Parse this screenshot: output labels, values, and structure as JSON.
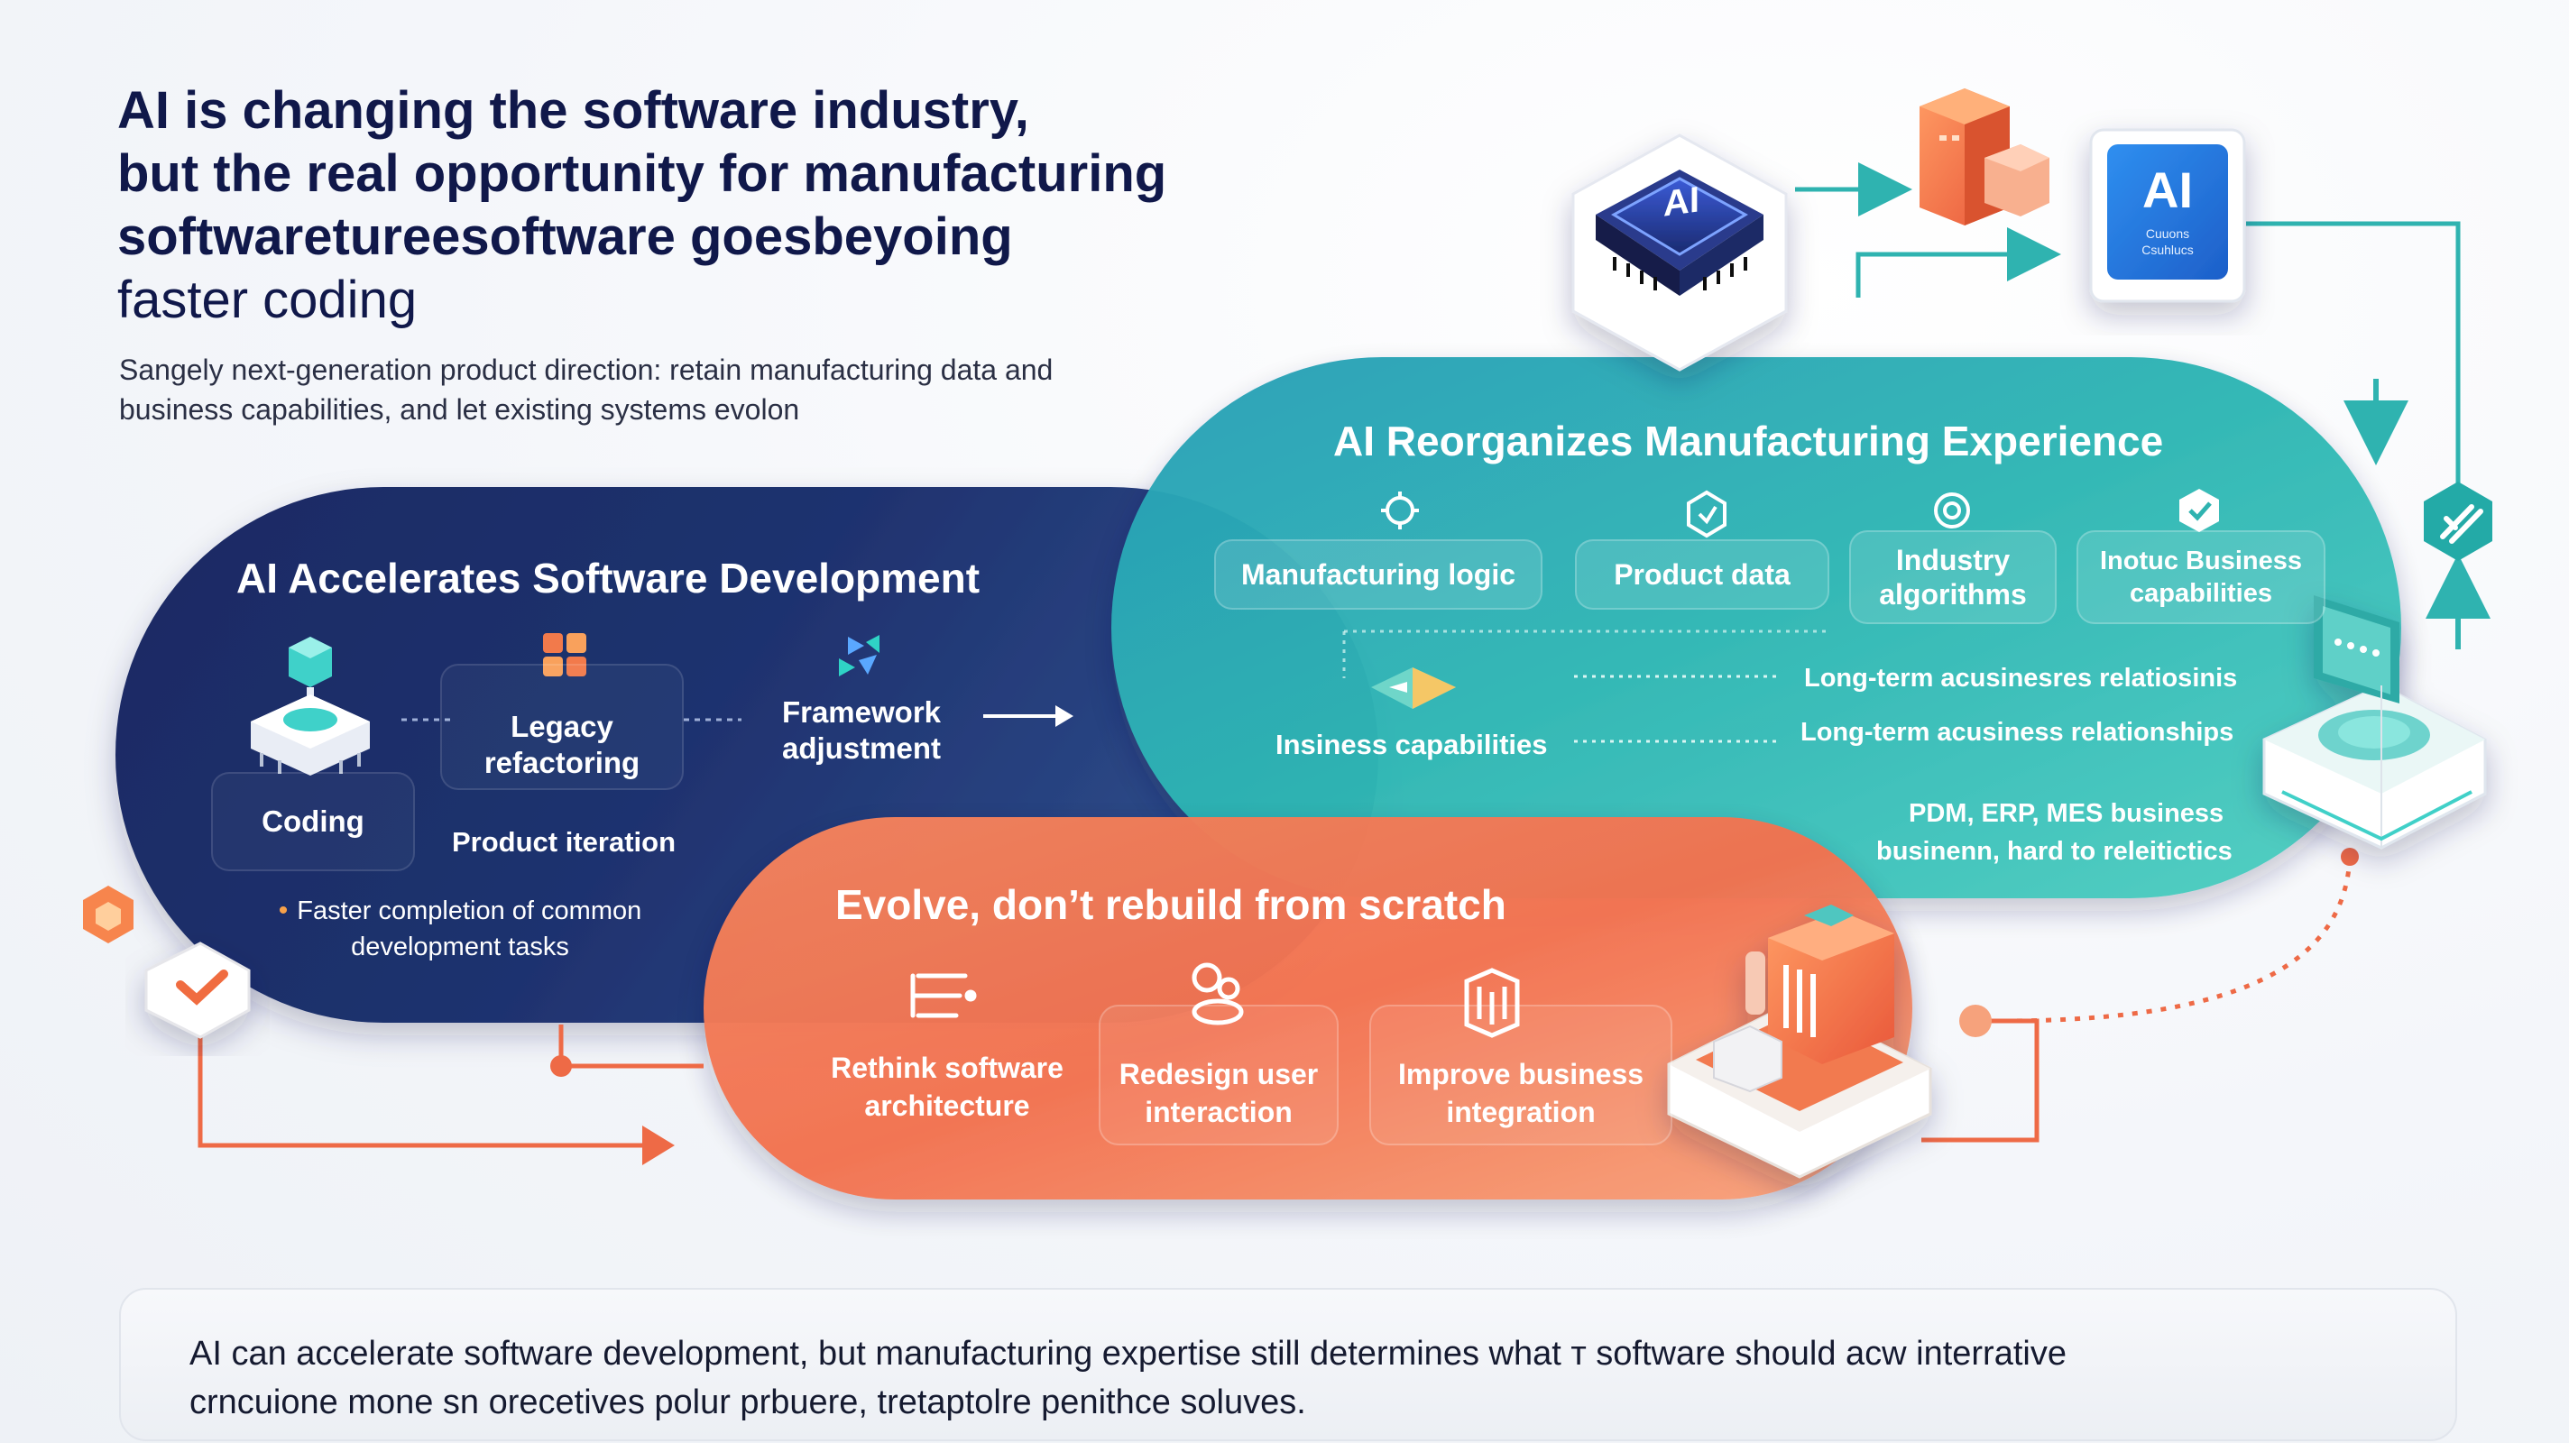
{
  "header": {
    "title_lines": [
      "AI is changing the software industry,",
      "but the real opportunity for manufacturing",
      "softwaretureesoftware goesbeyoing",
      "faster coding"
    ],
    "subtitle_lines": [
      "Sangely next-generation product direction: retain manufacturing data and",
      "business capabilities, and let existing systems evolon"
    ]
  },
  "dev_panel": {
    "title": "AI Accelerates Software Development",
    "coding_label": "Coding",
    "legacy_label": "Legacy refactoring",
    "framework_label": "Framework adjustment",
    "product_iteration": "Product iteration",
    "note": "Faster completion of common development tasks"
  },
  "mfg_panel": {
    "title": "AI Reorganizes Manufacturing Experience",
    "cards": [
      {
        "label": "Manufacturing logic",
        "icon": "gear-shield-icon"
      },
      {
        "label": "Product data",
        "icon": "cube-icon"
      },
      {
        "label": "Industry algorithms",
        "icon": "cog-icon"
      },
      {
        "label": "Inotuc Business capabilities",
        "icon": "check-shield-icon"
      }
    ],
    "capabilities_label": "Insiness capabilities",
    "lines": [
      "Long-term acusinesres relatiosinis",
      "Long-term acusiness relationships",
      "PDM, ERP, MES business",
      "businenn, hard to releitictics"
    ]
  },
  "evolve_panel": {
    "title": "Evolve, don’t rebuild from scratch",
    "cards": [
      {
        "label": "Rethink software architecture",
        "icon": "architecture-icon"
      },
      {
        "label": "Redesign user interaction",
        "icon": "interaction-icon"
      },
      {
        "label": "Improve business integration",
        "icon": "integration-icon"
      }
    ]
  },
  "chip": {
    "label": "AI"
  },
  "ai_box": {
    "label": "AI",
    "sub_lines": [
      "Cuuons",
      "Csuhlucs"
    ]
  },
  "footer": {
    "lines": [
      "AI can accelerate software development, but manufacturing expertise still determines what т software should acw interrative",
      "crncuione mone sn orecetives polur prbuere, tretaptolre penithce soluves."
    ]
  },
  "colors": {
    "navy": "#1c2a66",
    "teal": "#2fb3b0",
    "orange": "#f2734f",
    "title": "#10184a"
  }
}
